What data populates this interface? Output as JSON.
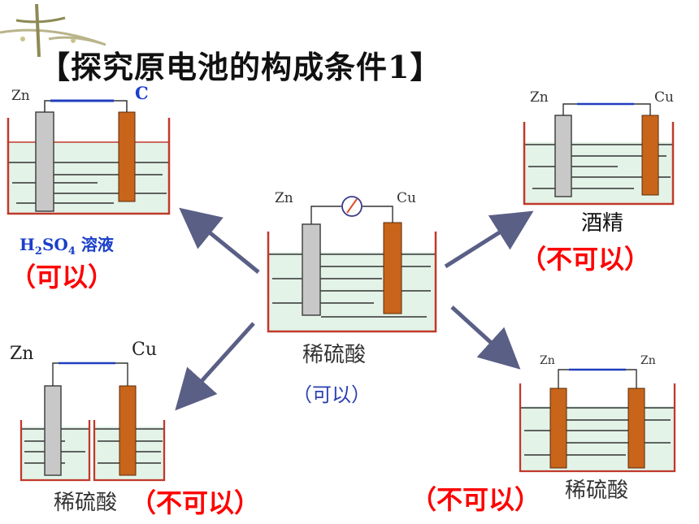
{
  "title": "【探究原电池的构成条件1】",
  "colors": {
    "electrode_gray": "#c8c8c8",
    "electrode_copper": "#c8651b",
    "beaker_red": "#c0392b",
    "liquid": "#e3f3e8",
    "wire_blue": "#1f3fbf",
    "arrow": "#5a5f86",
    "result_red": "#ff0000"
  },
  "setups": {
    "center": {
      "left": "Zn",
      "right": "Cu",
      "solution": "稀硫酸",
      "result": "（可以）",
      "meter": "galvanometer-icon"
    },
    "top_left": {
      "left": "Zn",
      "right": "C",
      "solution_formula": "H",
      "solution_sub1": "2",
      "solution_mid": "SO",
      "solution_sub2": "4",
      "solution_word": " 溶液",
      "result": "（可以）"
    },
    "top_right": {
      "left": "Zn",
      "right": "Cu",
      "solution": "酒精",
      "result": "（不可以）"
    },
    "bottom_left": {
      "left": "Zn",
      "right": "Cu",
      "solution": "稀硫酸",
      "result": "（不可以）"
    },
    "bottom_right": {
      "left": "Zn",
      "right": "Zn",
      "solution": "稀硫酸",
      "result": "（不可以）"
    }
  }
}
